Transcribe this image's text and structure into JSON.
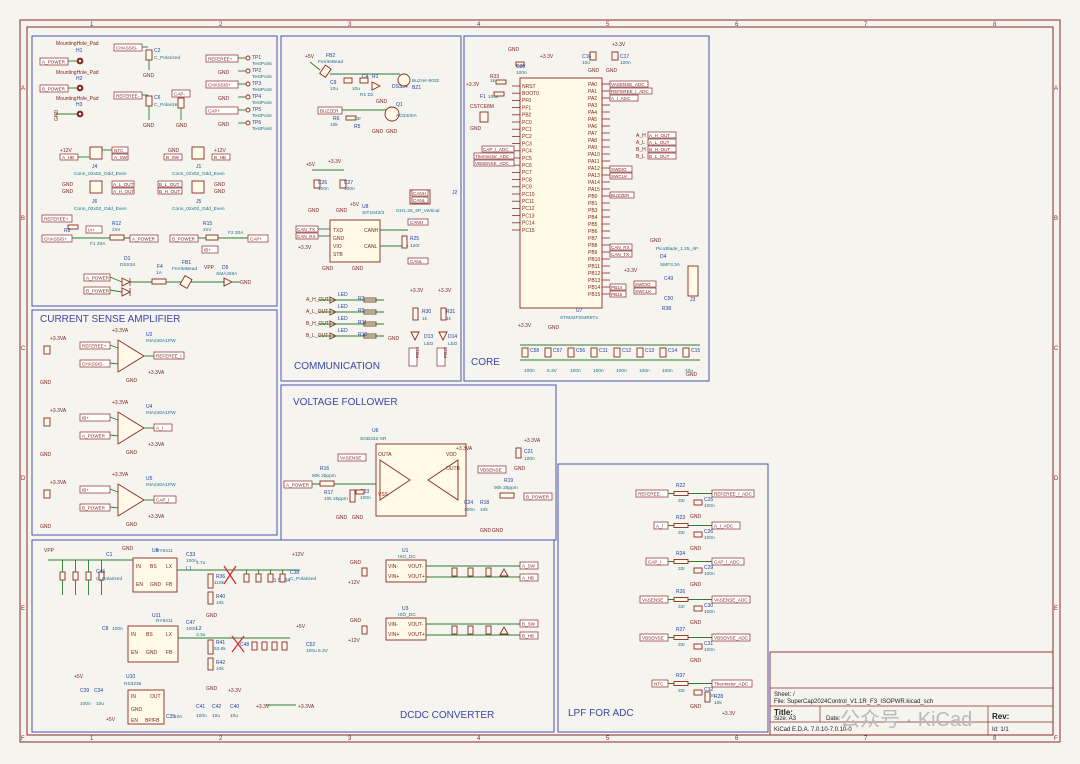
{
  "frame": {
    "col_ticks": [
      "1",
      "2",
      "3",
      "4",
      "5",
      "6",
      "7",
      "8"
    ],
    "row_ticks": [
      "A",
      "B",
      "C",
      "D",
      "E",
      "F"
    ]
  },
  "sections": {
    "current_sense": "CURRENT SENSE AMPLIFIER",
    "communication": "COMMUNICATION",
    "core": "CORE",
    "voltage_follower": "VOLTAGE FOLLOWER",
    "dcdc": "DCDC CONVERTER",
    "lpf": "LPF FOR ADC"
  },
  "components": {
    "mounting": [
      "MountingHole_Pad",
      "H1",
      "MountingHole_Pad",
      "H2",
      "MountingHole_Pad",
      "H3"
    ],
    "mcu_ref": "U7",
    "mcu_val": "STM32F334R8Tx",
    "can_ref": "U8",
    "can_val": "SIT1042/3",
    "follower_ref": "U6",
    "follower_val": "SGB332-SR",
    "buck1_ref": "U9",
    "buck1_val": "RY8411",
    "buck2_ref": "U11",
    "buck2_val": "RY8411",
    "iso1_ref": "U1",
    "iso1_val": "ISO_DC",
    "iso2_ref": "U3",
    "iso2_val": "ISO_DC",
    "ldo_ref": "U10",
    "ldo_val": "RS3236",
    "amp_refs": [
      "U2",
      "U4",
      "U5"
    ],
    "amp_val": "INA240A1PW",
    "buzzer": "Buzzer-9032",
    "buzzer_ref": "BZ1",
    "mosfet": "AO3400A",
    "mosfet_ref": "Q1",
    "ferrite": "FerriteBead",
    "crystal": "CSTCE8M",
    "canconn": "GH1.25_2P_Vertical",
    "canconn_ref": "J2",
    "pico": "PicoBlade_1.25_4P",
    "pico_ref": "J3",
    "conn_val": "Conn_02x02_Odd_Even",
    "conn_refs": [
      "J4",
      "J1",
      "J6",
      "J5"
    ]
  },
  "nets": {
    "a_power": "A_POWER",
    "b_power": "B_POWER",
    "referee_plus": "REFEREE+",
    "referee_minus": "REFEREE-",
    "chassis_plus": "CHASSIS+",
    "chassis_minus": "CHASSIS-",
    "cap_plus": "CAP+",
    "cap_minus": "CAP-",
    "referee_i": "REFEREE_I",
    "a_i": "A_I",
    "cap_i": "CAP_I",
    "b_i": "B_I",
    "ib_plus": "IB+",
    "ntc": "NTC",
    "a_hb": "A_HB",
    "a_sw": "A_SW",
    "b_sw": "B_SW",
    "b_hb": "B_HB",
    "a_l_out": "A_L_OUT",
    "a_h_out": "A_H_OUT",
    "b_l_out": "B_L_OUT",
    "b_h_out": "B_H_OUT",
    "can_tx": "CAN_TX",
    "can_rx": "CAN_RX",
    "canh": "CANH",
    "canl": "CANL",
    "buzzer": "BUZZER",
    "vasense": "VASENSE",
    "vbsense": "VBSENSE",
    "vasense_adc": "VASENSE_ADC",
    "vbsense_adc": "VBSENSE_ADC",
    "referee_i_adc": "REFEREE_I_ADC",
    "a_i_adc": "A_I_ADC",
    "cap_i_adc": "CAP_I_ADC",
    "b_i_adc": "B_I_ADC",
    "thermistor_adc": "Thermistor_ADC",
    "swdio": "SWDIO",
    "swclk": "SWCLK",
    "pb14": "PB14",
    "pb15": "PB15",
    "p3v3": "+3.3V",
    "p3v3a": "+3.3VA",
    "p12v": "+12V",
    "p5v": "+5V",
    "gnd": "GND",
    "vpp": "VPP",
    "nrst": "NRST",
    "boot0": "BOOT0"
  },
  "mcu_left_pins": [
    "NRST",
    "BOOT0",
    "PF0",
    "PF1",
    "PB2",
    "PC0",
    "PC1",
    "PC2",
    "PC3",
    "PC4",
    "PC5",
    "PC6",
    "PC7",
    "PC8",
    "PC9",
    "PC10",
    "PC11",
    "PC12",
    "PC13",
    "PC14",
    "PC15"
  ],
  "mcu_right_pins": [
    "PA0",
    "PA1",
    "PA2",
    "PA3",
    "PA4",
    "PA5",
    "PA6",
    "PA7",
    "PA8",
    "PA9",
    "PA10",
    "PA11",
    "PA12",
    "PA13",
    "PA14",
    "PA15",
    "PB0",
    "PB1",
    "PB3",
    "PB4",
    "PB5",
    "PB6",
    "PB7",
    "PB8",
    "PB9",
    "PB10",
    "PB11",
    "PB12",
    "PB13",
    "PB14",
    "PB15"
  ],
  "testpoints": [
    "TP1",
    "TP2",
    "TP3",
    "TP4",
    "TP5",
    "TP6"
  ],
  "testpoint_val": "TestPoint",
  "title_block": {
    "sheet_label": "Sheet: /",
    "file_label": "File: SuperCap2024Control_V1.1R_F3_ISOPWR.kicad_sch",
    "title_label": "Title:",
    "size_label": "Size: A3",
    "date_label": "Date:",
    "kicad_label": "KiCad E.D.A.  7.0.10-7.0.10-0",
    "rev_label": "Rev:",
    "id_label": "Id: 1/1"
  },
  "watermark": "公众号 · KiCad"
}
